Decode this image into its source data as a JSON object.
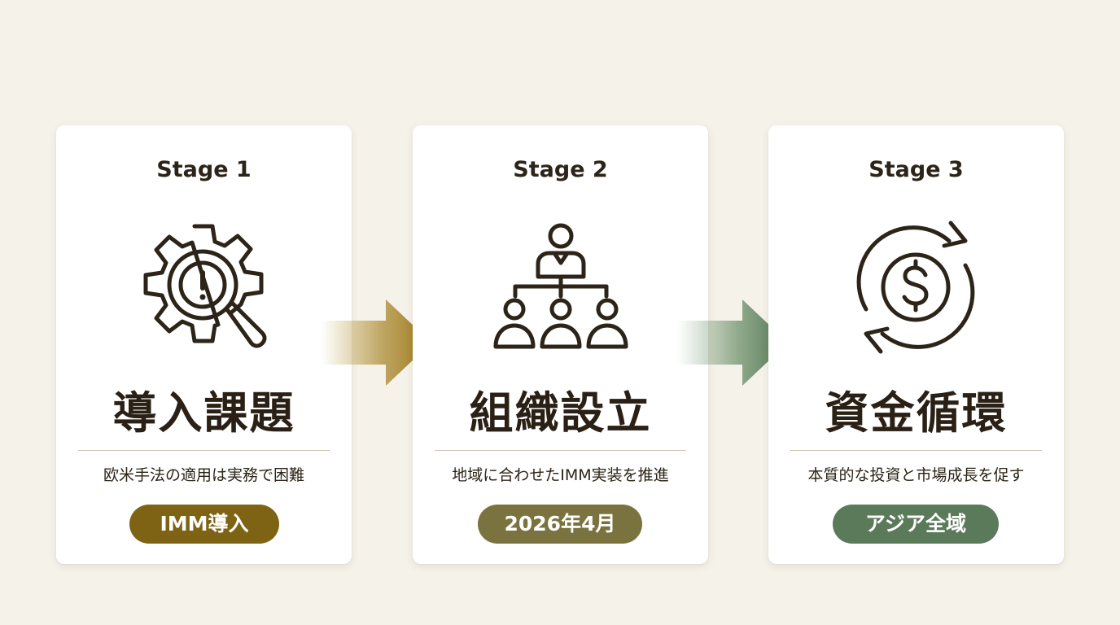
{
  "colors": {
    "background": "#f5f2ea",
    "card": "#ffffff",
    "text": "#2c2418",
    "stage1_accent": "#7e6314",
    "stage2_accent": "#7a7340",
    "stage3_accent": "#5a7a5a",
    "arrow1": "#9a7a1a",
    "arrow2": "#567a55"
  },
  "stages": [
    {
      "stage_label": "Stage 1",
      "icon": "gear-magnifier-alert-icon",
      "title": "導入課題",
      "description": "欧米手法の適用は実務で困難",
      "badge": "IMM導入"
    },
    {
      "stage_label": "Stage 2",
      "icon": "org-chart-icon",
      "title": "組織設立",
      "description": "地域に合わせたIMM実装を推進",
      "badge": "2026年4月"
    },
    {
      "stage_label": "Stage 3",
      "icon": "dollar-cycle-icon",
      "title": "資金循環",
      "description": "本質的な投資と市場成長を促す",
      "badge": "アジア全域"
    }
  ]
}
